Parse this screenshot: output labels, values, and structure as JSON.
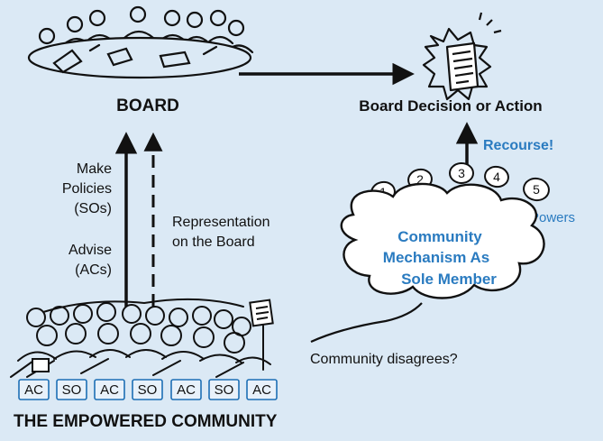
{
  "board": {
    "label": "BOARD"
  },
  "decision": {
    "label": "Board Decision or Action"
  },
  "recourse": {
    "label": "Recourse!"
  },
  "powers": {
    "label": "Powers",
    "numbers": [
      "1",
      "2",
      "3",
      "4",
      "5"
    ]
  },
  "mechanism": {
    "line1": "Community",
    "line2": "Mechanism As",
    "line3": "Sole Member"
  },
  "left_labels": {
    "make_line1": "Make",
    "make_line2": "Policies",
    "make_line3": "(SOs)",
    "advise_line1": "Advise",
    "advise_line2": "(ACs)"
  },
  "representation": {
    "line1": "Representation",
    "line2": "on the Board"
  },
  "disagree": {
    "label": "Community disagrees?"
  },
  "cells": [
    "AC",
    "SO",
    "AC",
    "SO",
    "AC",
    "SO",
    "AC"
  ],
  "footer": {
    "title": "THE EMPOWERED COMMUNITY"
  },
  "colors": {
    "background": "#dbe9f5",
    "accent": "#2a7bc0",
    "ink": "#111111"
  }
}
